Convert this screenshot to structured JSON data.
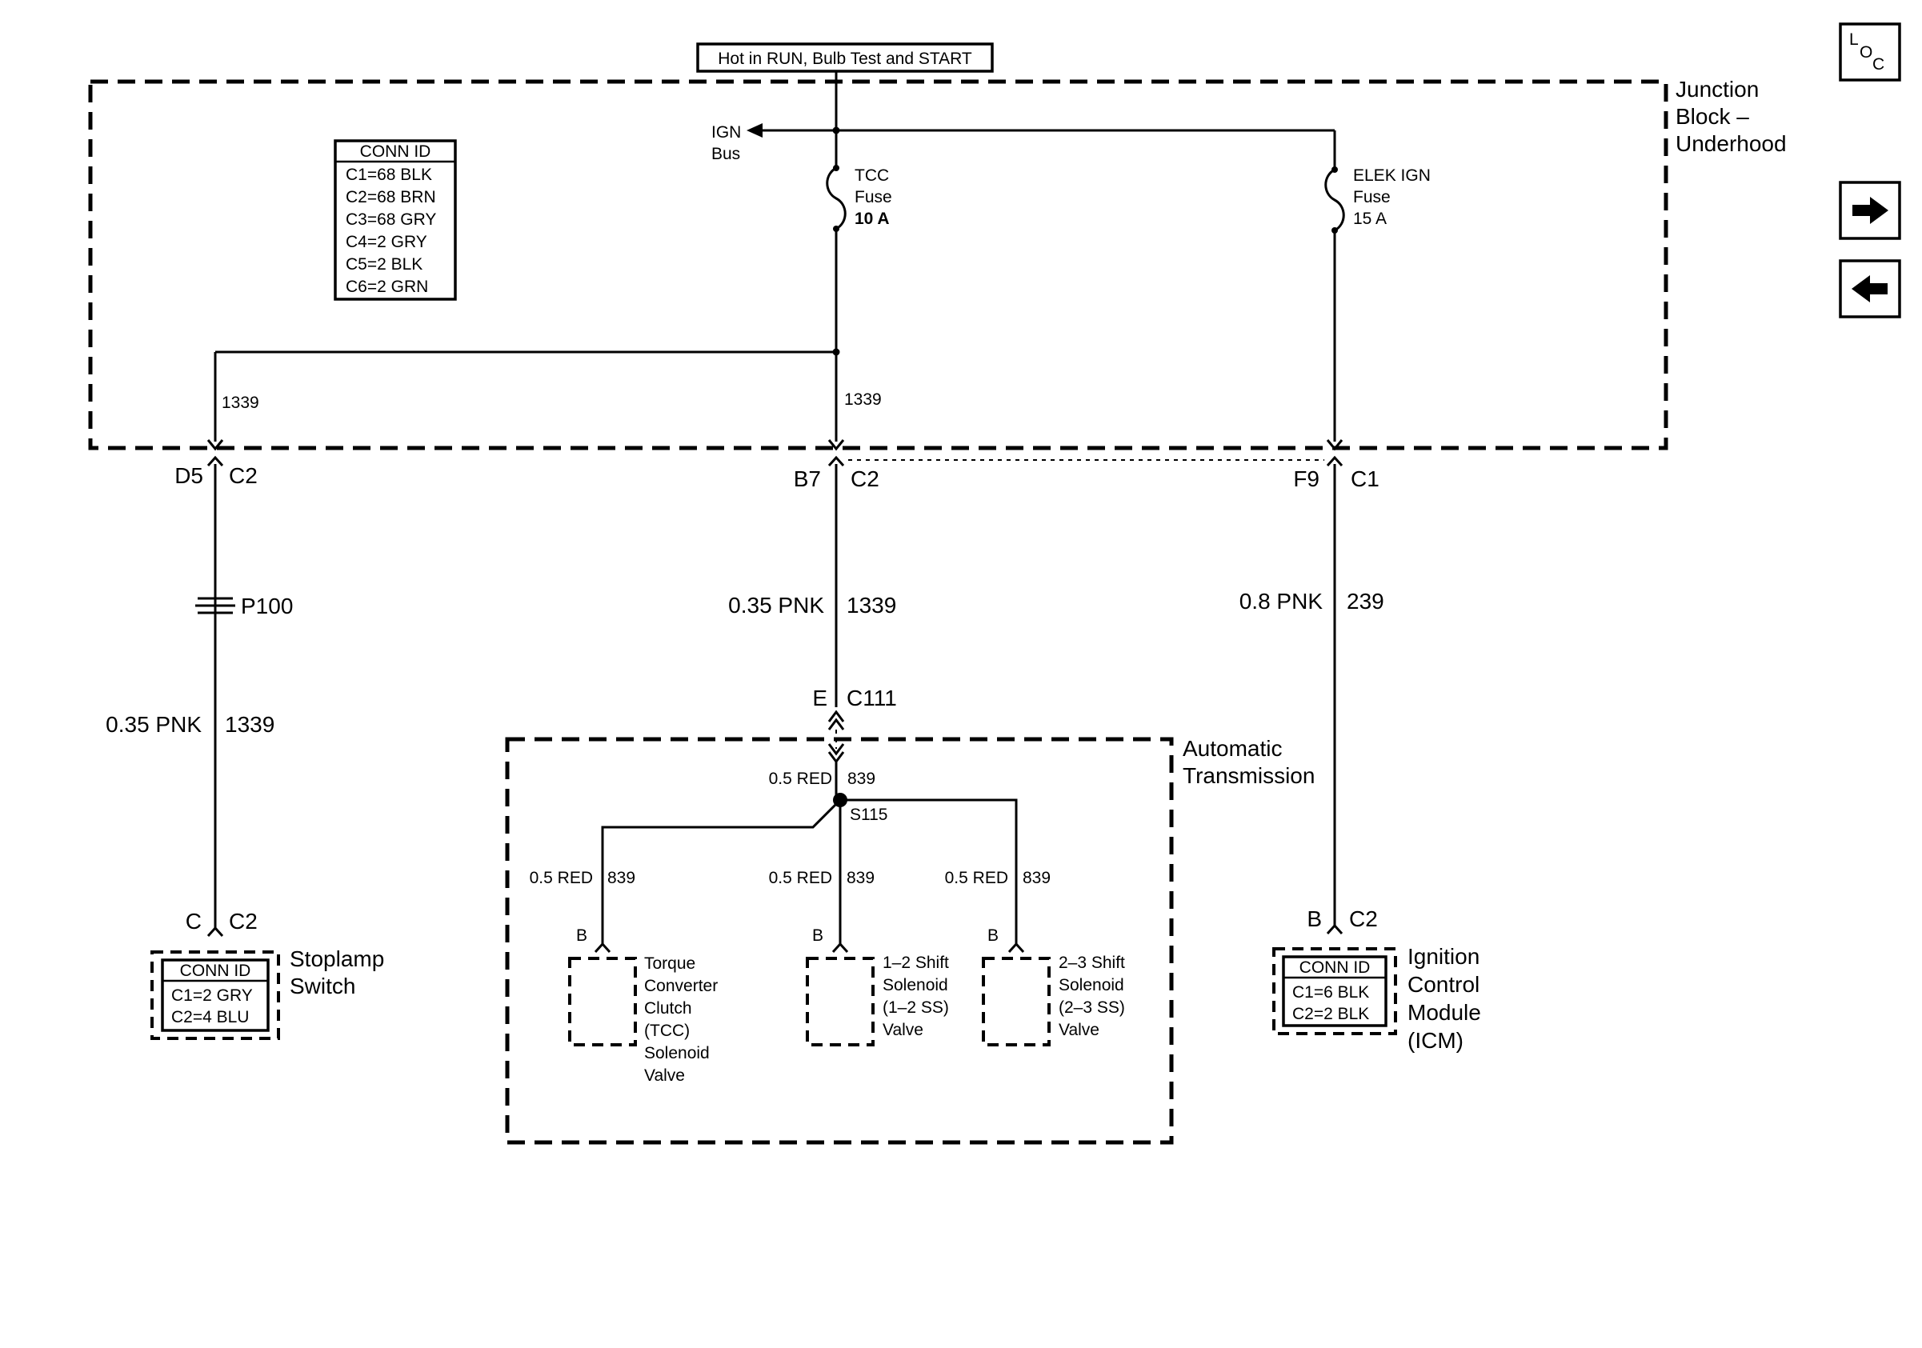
{
  "top_banner": "Hot in RUN, Bulb Test and START",
  "junction_block": {
    "lines": [
      "Junction",
      "Block –",
      "Underhood"
    ]
  },
  "ign_bus": {
    "lines": [
      "IGN",
      "Bus"
    ]
  },
  "tcc_fuse": {
    "lines": [
      "TCC",
      "Fuse",
      "10 A"
    ]
  },
  "elek_fuse": {
    "lines": [
      "ELEK IGN",
      "Fuse",
      "15 A"
    ]
  },
  "junction_conn_id": {
    "title": "CONN ID",
    "rows": [
      "C1=68 BLK",
      "C2=68 BRN",
      "C3=68 GRY",
      "C4=2 GRY",
      "C5=2 BLK",
      "C6=2 GRN"
    ]
  },
  "inner_circuits": {
    "left": "1339",
    "center": "1339"
  },
  "connectors": {
    "left": {
      "pin": "D5",
      "conn": "C2"
    },
    "center": {
      "pin": "B7",
      "conn": "C2"
    },
    "right": {
      "pin": "F9",
      "conn": "C1"
    },
    "c111": {
      "pin": "E",
      "conn": "C111"
    },
    "stoplamp": {
      "pin": "C",
      "conn": "C2"
    },
    "icm": {
      "pin": "B",
      "conn": "C2"
    }
  },
  "splice_p100": "P100",
  "wires": {
    "left_upper_color": "0.35 PNK",
    "left_upper_circuit": "1339",
    "center_color": "0.35 PNK",
    "center_circuit": "1339",
    "right_color": "0.8 PNK",
    "right_circuit": "239",
    "trans_feed_color": "0.5 RED",
    "trans_feed_circuit": "839",
    "branch_color": "0.5 RED",
    "branch_circuit": "839"
  },
  "splice_s115": "S115",
  "automatic_transmission": {
    "lines": [
      "Automatic",
      "Transmission"
    ]
  },
  "solenoids": [
    {
      "pin": "B",
      "lines": [
        "Torque",
        "Converter",
        "Clutch",
        "(TCC)",
        "Solenoid",
        "Valve"
      ]
    },
    {
      "pin": "B",
      "lines": [
        "1–2 Shift",
        "Solenoid",
        "(1–2 SS)",
        "Valve"
      ]
    },
    {
      "pin": "B",
      "lines": [
        "2–3 Shift",
        "Solenoid",
        "(2–3 SS)",
        "Valve"
      ]
    }
  ],
  "stoplamp_switch": {
    "lines": [
      "Stoplamp",
      "Switch"
    ],
    "conn_title": "CONN ID",
    "conn_rows": [
      "C1=2 GRY",
      "C2=4 BLU"
    ]
  },
  "icm": {
    "lines": [
      "Ignition",
      "Control",
      "Module",
      "(ICM)"
    ],
    "conn_title": "CONN ID",
    "conn_rows": [
      "C1=6 BLK",
      "C2=2 BLK"
    ]
  },
  "nav": {
    "loc": {
      "l": "L",
      "o": "O",
      "c": "C"
    },
    "next_icon": "arrow-right-icon",
    "prev_icon": "arrow-left-icon"
  }
}
